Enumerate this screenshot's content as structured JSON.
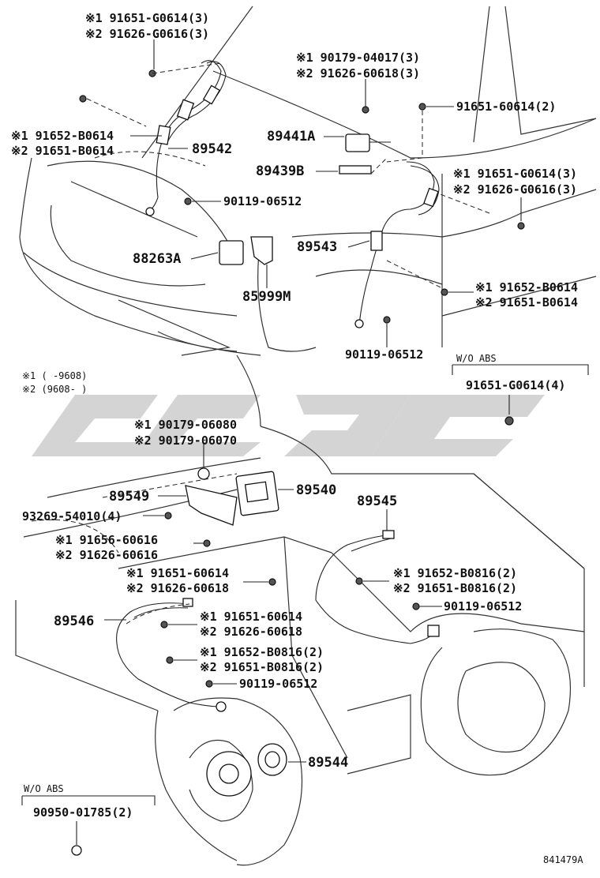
{
  "footnote": {
    "m1": "※1 (    -9608)",
    "m2": "※2 (9608-    )"
  },
  "diagram_id": "841479A",
  "wo_abs_top": {
    "header": "W/O ABS",
    "part": "91651-G0614(4)"
  },
  "wo_abs_bottom": {
    "header": "W/O ABS",
    "part": "90950-01785(2)"
  },
  "labels": {
    "t1": "※1 91651-G0614(3)",
    "t2": "※2 91626-G0616(3)",
    "t3": "※1 90179-04017(3)",
    "t4": "※2 91626-60618(3)",
    "t5": "91651-60614(2)",
    "t6": "※1 91652-B0614",
    "t7": "※2 91651-B0614",
    "p89542": "89542",
    "p89441a": "89441A",
    "p89439b": "89439B",
    "t8": "※1 91651-G0614(3)",
    "t9": "※2 91626-G0616(3)",
    "t10": "90119-06512",
    "p88263a": "88263A",
    "p89543": "89543",
    "t11": "※1 91652-B0614",
    "t12": "※2 91651-B0614",
    "p85999m": "85999M",
    "t13": "90119-06512",
    "t14": "※1 90179-06080",
    "t15": "※2 90179-06070",
    "p89540": "89540",
    "p89549": "89549",
    "p89545": "89545",
    "t16": "93269-54010(4)",
    "t17": "※1 91656-60616",
    "t18": "※2 91626-60616",
    "t19": "※1 91651-60614",
    "t20": "※2 91626-60618",
    "t21": "※1 91652-B0816(2)",
    "t22": "※2 91651-B0816(2)",
    "p89546": "89546",
    "t23": "※1 91651-60614",
    "t24": "※2 91626-60618",
    "t25": "90119-06512",
    "t26": "※1 91652-B0816(2)",
    "t27": "※2 91651-B0816(2)",
    "t28": "90119-06512",
    "p89544": "89544"
  }
}
